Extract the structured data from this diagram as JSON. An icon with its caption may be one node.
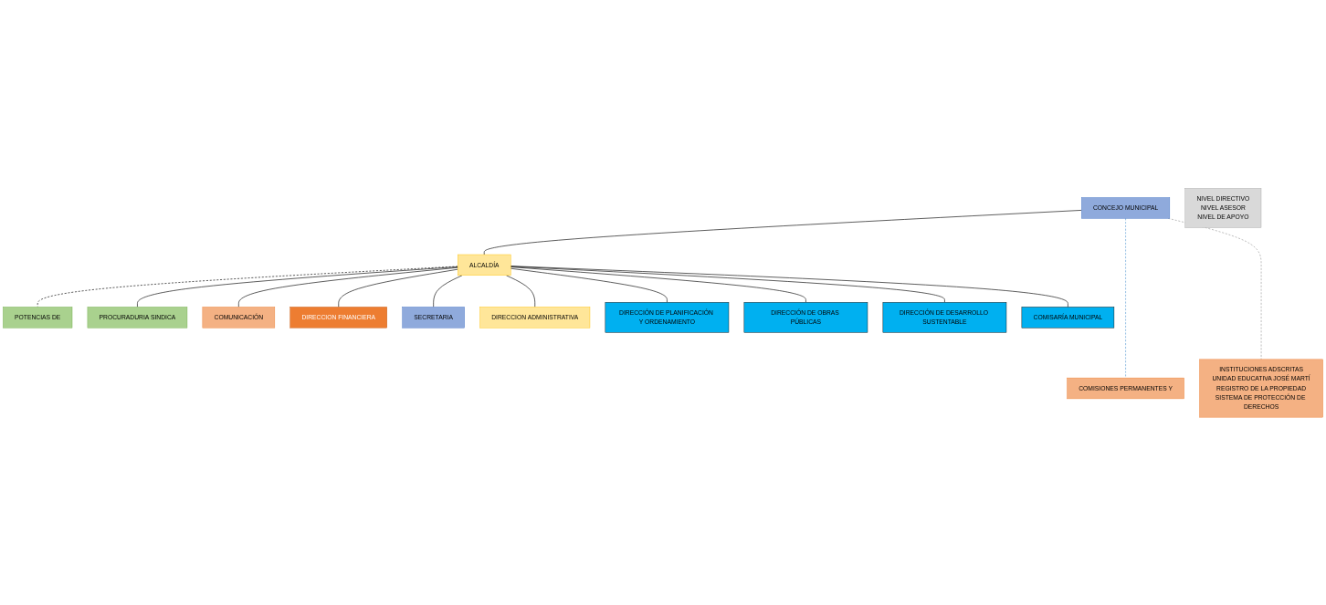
{
  "diagram": {
    "nodes": [
      {
        "text": [
          "CONCEJO MUNICIPAL"
        ]
      },
      {
        "text": [
          "COMISIONES PERMANENTES Y"
        ]
      },
      {
        "text": [
          "ALCALDÍA"
        ]
      },
      {
        "text": [
          "POTENCIAS DE"
        ]
      },
      {
        "text": [
          "PROCURADURIA SINDICA"
        ]
      },
      {
        "text": [
          "COMUNICACIÓN"
        ]
      },
      {
        "text": [
          "DIRECCION FINANCIERA"
        ]
      },
      {
        "text": [
          "SECRETARIA"
        ]
      },
      {
        "text": [
          "DIRECCION ADMINISTRATIVA"
        ]
      },
      {
        "text": [
          "INSTITUCIONES ADSCRITAS",
          "UNIDAD EDUCATIVA JOSÉ MARTÍ",
          "REGISTRO DE LA PROPIEDAD",
          "SISTEMA DE PROTECCIÓN DE DERECHOS"
        ]
      },
      {
        "text": [
          "DIRECCIÓN DE PLANIFICACIÓN Y ORDENAMIENTO"
        ]
      },
      {
        "text": [
          "DIRECCIÓN DE OBRAS PÚBLICAS"
        ]
      },
      {
        "text": [
          "DIRECCIÓN DE DESARROLLO SUSTENTABLE"
        ]
      },
      {
        "text": [
          "COMISARÍA MUNICIPAL"
        ]
      },
      {
        "text": [
          "NIVEL DIRECTIVO",
          "NIVEL ASESOR",
          "NIVEL DE APOYO"
        ]
      }
    ],
    "edges": [
      {
        "from": 0,
        "to": 2,
        "arrow": "none"
      },
      {
        "from": 0,
        "to": 1,
        "arrow": "none",
        "style": "dashed",
        "color": "#5b9bd5"
      },
      {
        "from": 2,
        "to": 3,
        "arrow": "none",
        "style": "dashed"
      },
      {
        "from": 2,
        "to": 4,
        "arrow": "none"
      },
      {
        "from": 2,
        "to": 5,
        "arrow": "none"
      },
      {
        "from": 2,
        "to": 6,
        "arrow": "none"
      },
      {
        "from": 2,
        "to": 7,
        "arrow": "none"
      },
      {
        "from": 2,
        "to": 8,
        "arrow": "none"
      },
      {
        "from": 0,
        "to": 9,
        "arrow": "none",
        "style": "dashed",
        "color": "#999999"
      },
      {
        "from": 2,
        "to": 10,
        "arrow": "none"
      },
      {
        "from": 2,
        "to": 11,
        "arrow": "none"
      },
      {
        "from": 2,
        "to": 12,
        "arrow": "none"
      },
      {
        "from": 2,
        "to": 13,
        "arrow": "none"
      }
    ]
  }
}
